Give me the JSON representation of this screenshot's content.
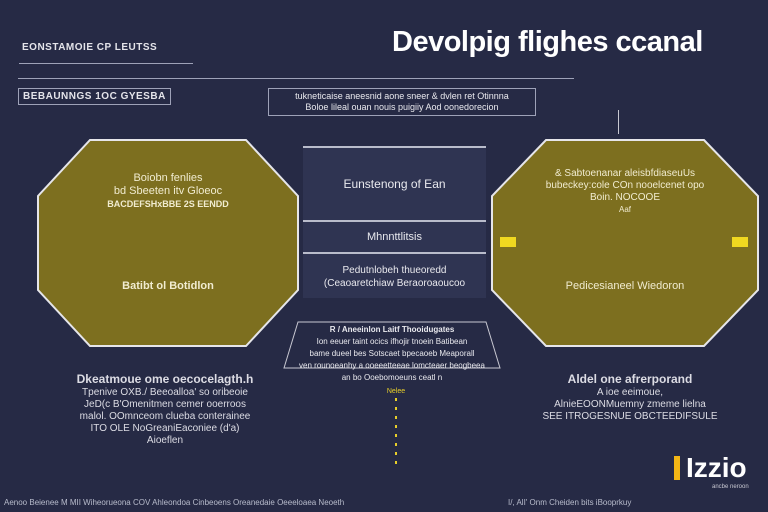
{
  "header": {
    "title": "Devolpig flighes ccanal",
    "top_left_label": "EONSTAMOIE CP LEUTSS",
    "section_label": "BEBAUNNGS 1OC GYESBA",
    "intro_text": [
      "tukneticaise aneesnid aone sneer & dvlen ret Otinnna",
      "Boloe lileal ouan nouis  puigiiy Aod oonedorecion"
    ]
  },
  "left_octagon": {
    "lines": [
      "Boiobn fenlies",
      "bd Sbeeten itv Gloeoc",
      "BACDEFSHxBBE 2S EENDD"
    ],
    "bottom_label": "Batibt ol Botidlon"
  },
  "right_octagon": {
    "lines": [
      "& Sabtoenanar aleisbfdiaseuUs",
      "bubeckey:cole COn nooelcenet opo",
      "Boin. NOCOOE",
      "Aaf"
    ],
    "bottom_label": "Pedicesianeel Wiedoron"
  },
  "center_stack": {
    "top": "Eunstenong of Ean",
    "middle": "Mhnnttlitsis",
    "bottom": [
      "Pedutnlobeh thueoredd",
      "(Ceaoaretchiaw  Beraoroaoucoo"
    ]
  },
  "center_trapezoid": {
    "lines": [
      "R / Aneeinlon Laitf Thooidugates",
      "Ion eeuer taint ocics ifhojir tnoein Batibean",
      "bame dueel bes Sotscaet bpecaoeb Meaporall",
      "ven rounoeanhy a ooeeetteeae lomcteaer beogbeea",
      "an bo Ooebomoeuns ceatl n"
    ],
    "marker": "Nelee"
  },
  "left_caption": {
    "head": "Dkeatmoue ome oecocelagth.h",
    "lines": [
      "Tpenive OXB./ Beeoalloa' so oribeoie",
      "JeD(c B'Omenitmen cemer ooerroos",
      "malol. OOmnceom clueba  conterainee",
      "ITO OLE NoGreaniEaconiee (d'a)",
      "Aioeflen"
    ]
  },
  "right_caption": {
    "head": "Aldel one afrerporand",
    "lines": [
      "A ioe eeimoue,",
      "AlnieEOONMuemny zmeme lielna",
      "SEE ITROGESNUE OBCTEEDIFSULE"
    ]
  },
  "logo": {
    "text": "Izzio",
    "sub": "ancbe neroon",
    "accent": "#f2b515"
  },
  "footer": {
    "left": "Aenoo Beienee M MII Wiheorueona COV Ahleondoa Cinbeoens Oreanedaie Oeeeloaea Neoeth",
    "right": "I/, AlI' Onm Cheiden bits iBooprkuy"
  },
  "colors": {
    "background": "#262a45",
    "octagon_fill": "#7d6f1f",
    "accent_yellow": "#e8cf2a",
    "border": "#e6e6ea"
  }
}
